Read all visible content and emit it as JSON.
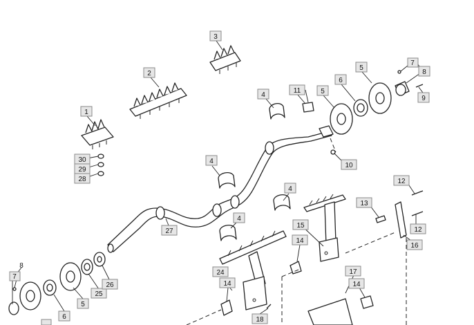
{
  "callouts": {
    "c1": "1",
    "c2": "2",
    "c3": "3",
    "c4a": "4",
    "c4b": "4",
    "c4c": "4",
    "c4d": "4",
    "c5a": "5",
    "c5b": "5",
    "c5c": "5",
    "c6a": "6",
    "c6b": "6",
    "c7a": "7",
    "c7b": "7",
    "c8a": "8",
    "c8b": "8",
    "c9": "9",
    "c10": "10",
    "c11": "11",
    "c12a": "12",
    "c12b": "12",
    "c13": "13",
    "c14a": "14",
    "c14b": "14",
    "c14c": "14",
    "c15": "15",
    "c16": "16",
    "c17": "17",
    "c18": "18",
    "c24": "24",
    "c25": "25",
    "c26": "26",
    "c27": "27",
    "c28": "28",
    "c29": "29",
    "c30": "30"
  }
}
